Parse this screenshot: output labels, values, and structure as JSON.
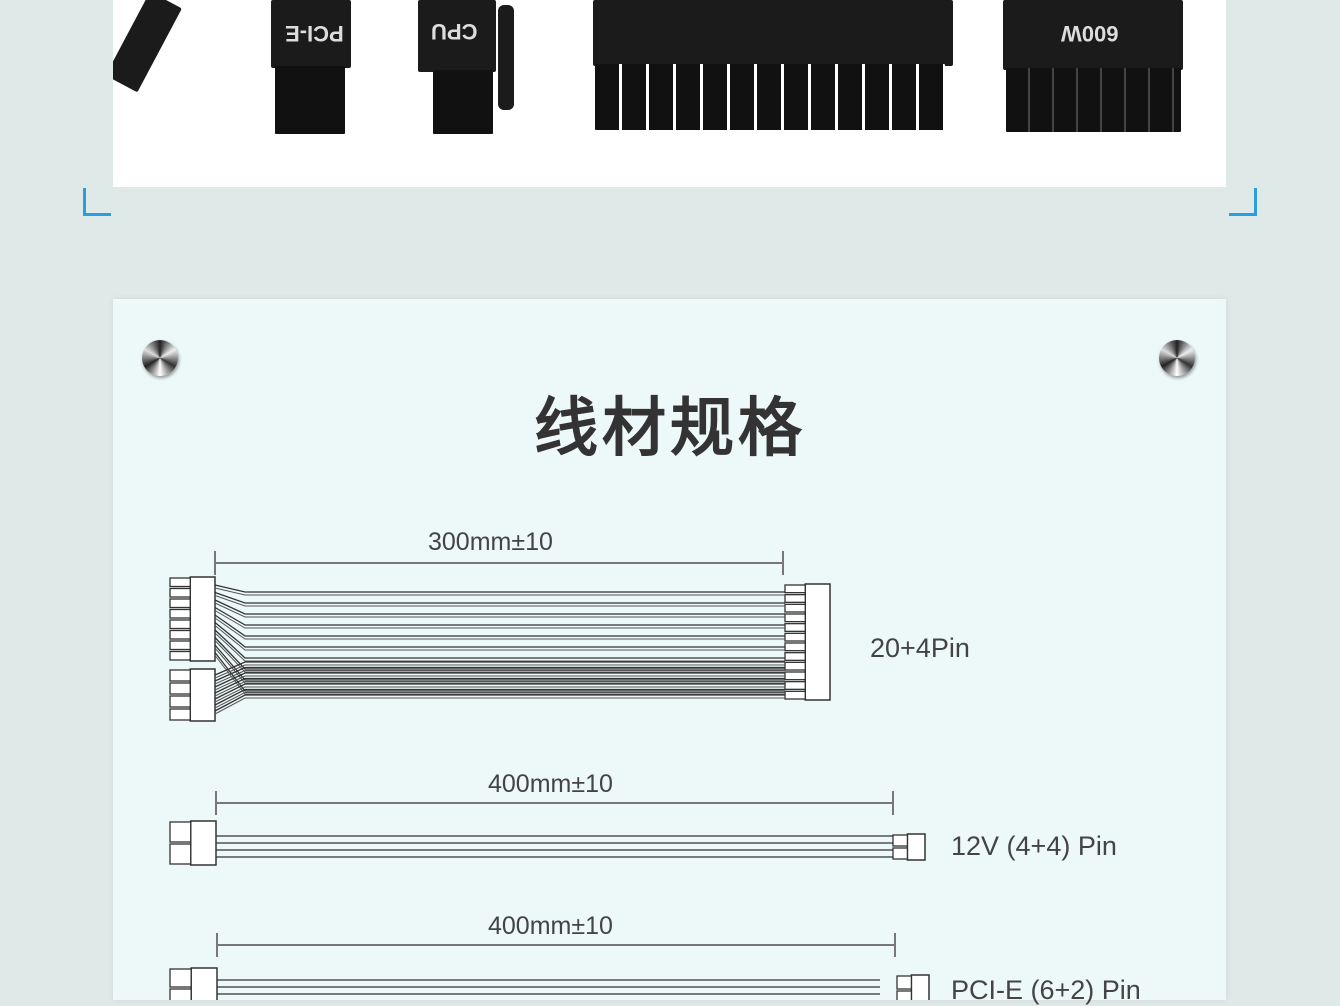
{
  "photo": {
    "connector_labels": [
      "PCI-E",
      "CPU",
      "600W"
    ]
  },
  "section_title": "线材规格",
  "cables": [
    {
      "length": "300mm±10",
      "name": "20+4Pin"
    },
    {
      "length": "400mm±10",
      "name": "12V (4+4) Pin"
    },
    {
      "length": "400mm±10",
      "name": "PCI-E (6+2) Pin"
    }
  ],
  "colors": {
    "accent": "#2b9de3",
    "panel": "#edf8f8",
    "background": "#dfe9e8"
  }
}
